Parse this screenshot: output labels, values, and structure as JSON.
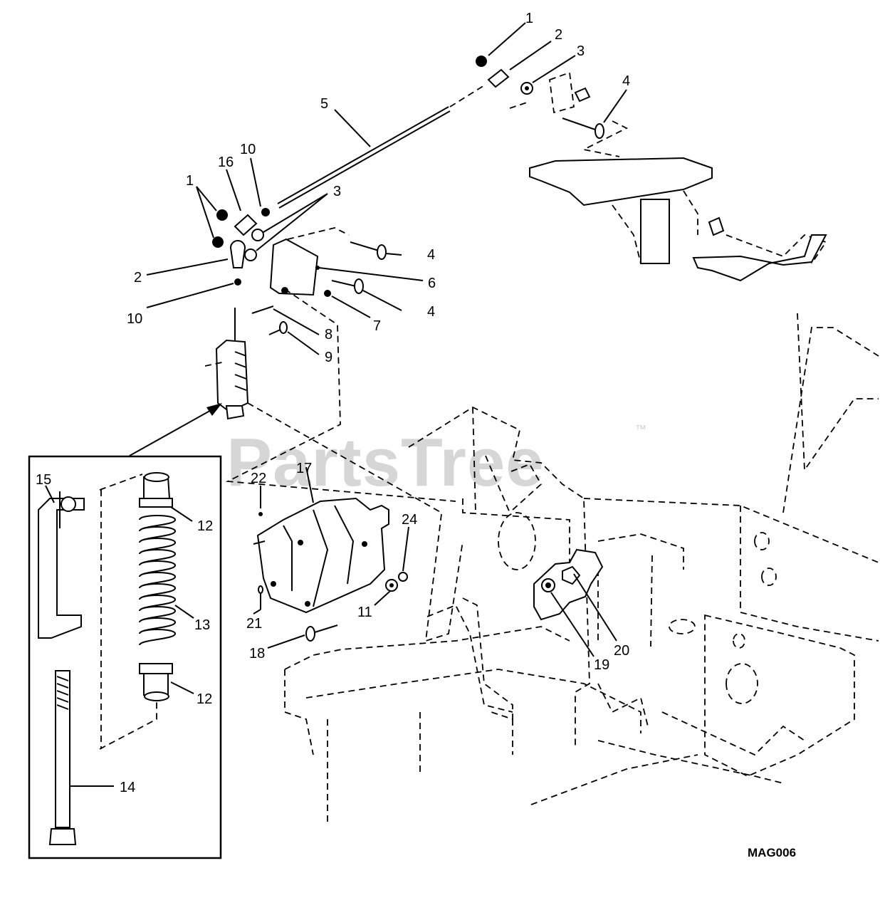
{
  "diagram": {
    "code": "MAG006",
    "watermark": {
      "text": "PartsTree",
      "mark": "™"
    },
    "callouts": [
      {
        "id": "c1a",
        "label": "1"
      },
      {
        "id": "c2a",
        "label": "2"
      },
      {
        "id": "c3a",
        "label": "3"
      },
      {
        "id": "c4a",
        "label": "4"
      },
      {
        "id": "c5",
        "label": "5"
      },
      {
        "id": "c10a",
        "label": "10"
      },
      {
        "id": "c16",
        "label": "16"
      },
      {
        "id": "c1b",
        "label": "1"
      },
      {
        "id": "c3b",
        "label": "3"
      },
      {
        "id": "c4b",
        "label": "4"
      },
      {
        "id": "c2b",
        "label": "2"
      },
      {
        "id": "c6",
        "label": "6"
      },
      {
        "id": "c4c",
        "label": "4"
      },
      {
        "id": "c10b",
        "label": "10"
      },
      {
        "id": "c7",
        "label": "7"
      },
      {
        "id": "c8",
        "label": "8"
      },
      {
        "id": "c9",
        "label": "9"
      },
      {
        "id": "c15",
        "label": "15"
      },
      {
        "id": "c22",
        "label": "22"
      },
      {
        "id": "c17",
        "label": "17"
      },
      {
        "id": "c24",
        "label": "24"
      },
      {
        "id": "c12a",
        "label": "12"
      },
      {
        "id": "c13",
        "label": "13"
      },
      {
        "id": "c21",
        "label": "21"
      },
      {
        "id": "c11",
        "label": "11"
      },
      {
        "id": "c18",
        "label": "18"
      },
      {
        "id": "c12b",
        "label": "12"
      },
      {
        "id": "c19",
        "label": "19"
      },
      {
        "id": "c20",
        "label": "20"
      },
      {
        "id": "c14",
        "label": "14"
      }
    ]
  }
}
